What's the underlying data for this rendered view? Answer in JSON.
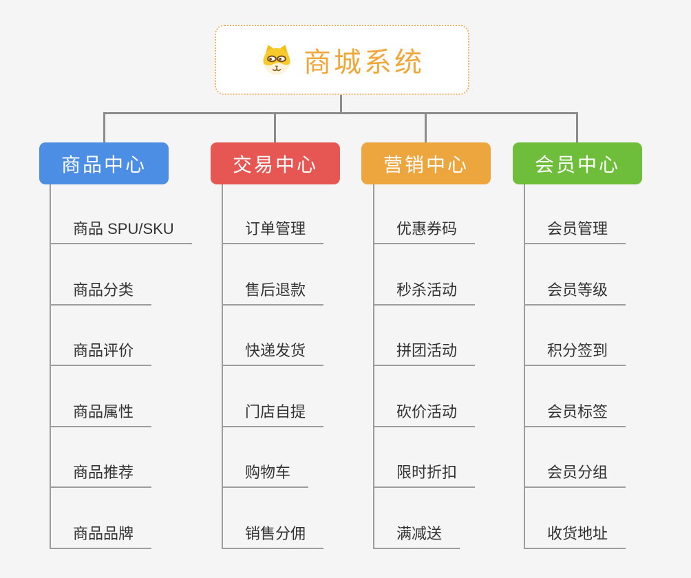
{
  "root": {
    "label": "商城系统",
    "icon": "dog-face-icon",
    "text_color": "#f0a73a",
    "border_color": "#efb266"
  },
  "branches": [
    {
      "label": "商品中心",
      "color": "#4b8ee3",
      "items": [
        "商品 SPU/SKU",
        "商品分类",
        "商品评价",
        "商品属性",
        "商品推荐",
        "商品品牌"
      ]
    },
    {
      "label": "交易中心",
      "color": "#e65653",
      "items": [
        "订单管理",
        "售后退款",
        "快递发货",
        "门店自提",
        "购物车",
        "销售分佣"
      ]
    },
    {
      "label": "营销中心",
      "color": "#eda63d",
      "items": [
        "优惠券码",
        "秒杀活动",
        "拼团活动",
        "砍价活动",
        "限时折扣",
        "满减送"
      ]
    },
    {
      "label": "会员中心",
      "color": "#6ebe3b",
      "items": [
        "会员管理",
        "会员等级",
        "积分签到",
        "会员标签",
        "会员分组",
        "收货地址"
      ]
    }
  ],
  "connector_color": "#8c8c8c"
}
